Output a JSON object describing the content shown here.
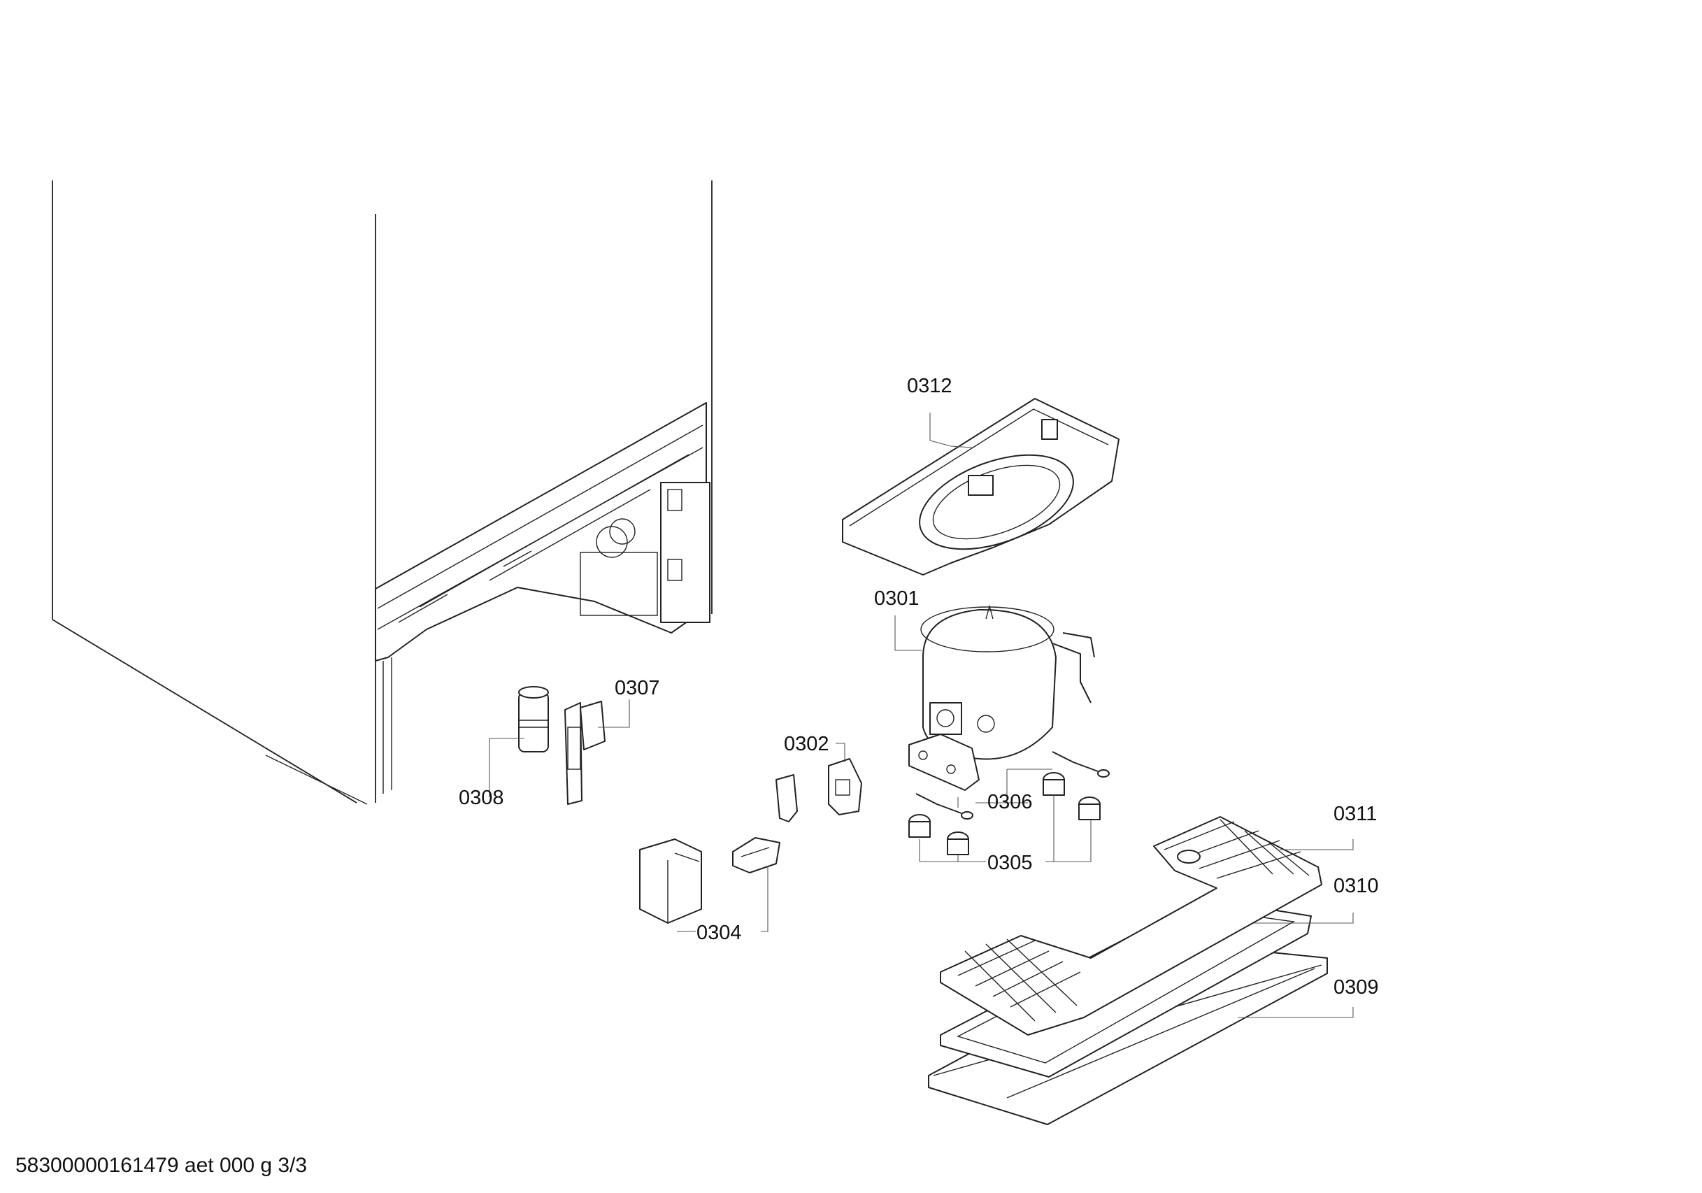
{
  "diagram": {
    "parts": [
      {
        "id": "p0301",
        "label": "0301"
      },
      {
        "id": "p0302",
        "label": "0302"
      },
      {
        "id": "p0304",
        "label": "0304"
      },
      {
        "id": "p0305",
        "label": "0305"
      },
      {
        "id": "p0306",
        "label": "0306"
      },
      {
        "id": "p0307",
        "label": "0307"
      },
      {
        "id": "p0308",
        "label": "0308"
      },
      {
        "id": "p0309",
        "label": "0309"
      },
      {
        "id": "p0310",
        "label": "0310"
      },
      {
        "id": "p0311",
        "label": "0311"
      },
      {
        "id": "p0312",
        "label": "0312"
      }
    ]
  },
  "footer": {
    "doc_code": "58300000161479 aet 000 g 3/3"
  },
  "colors": {
    "line": "#222222",
    "background": "#ffffff"
  }
}
